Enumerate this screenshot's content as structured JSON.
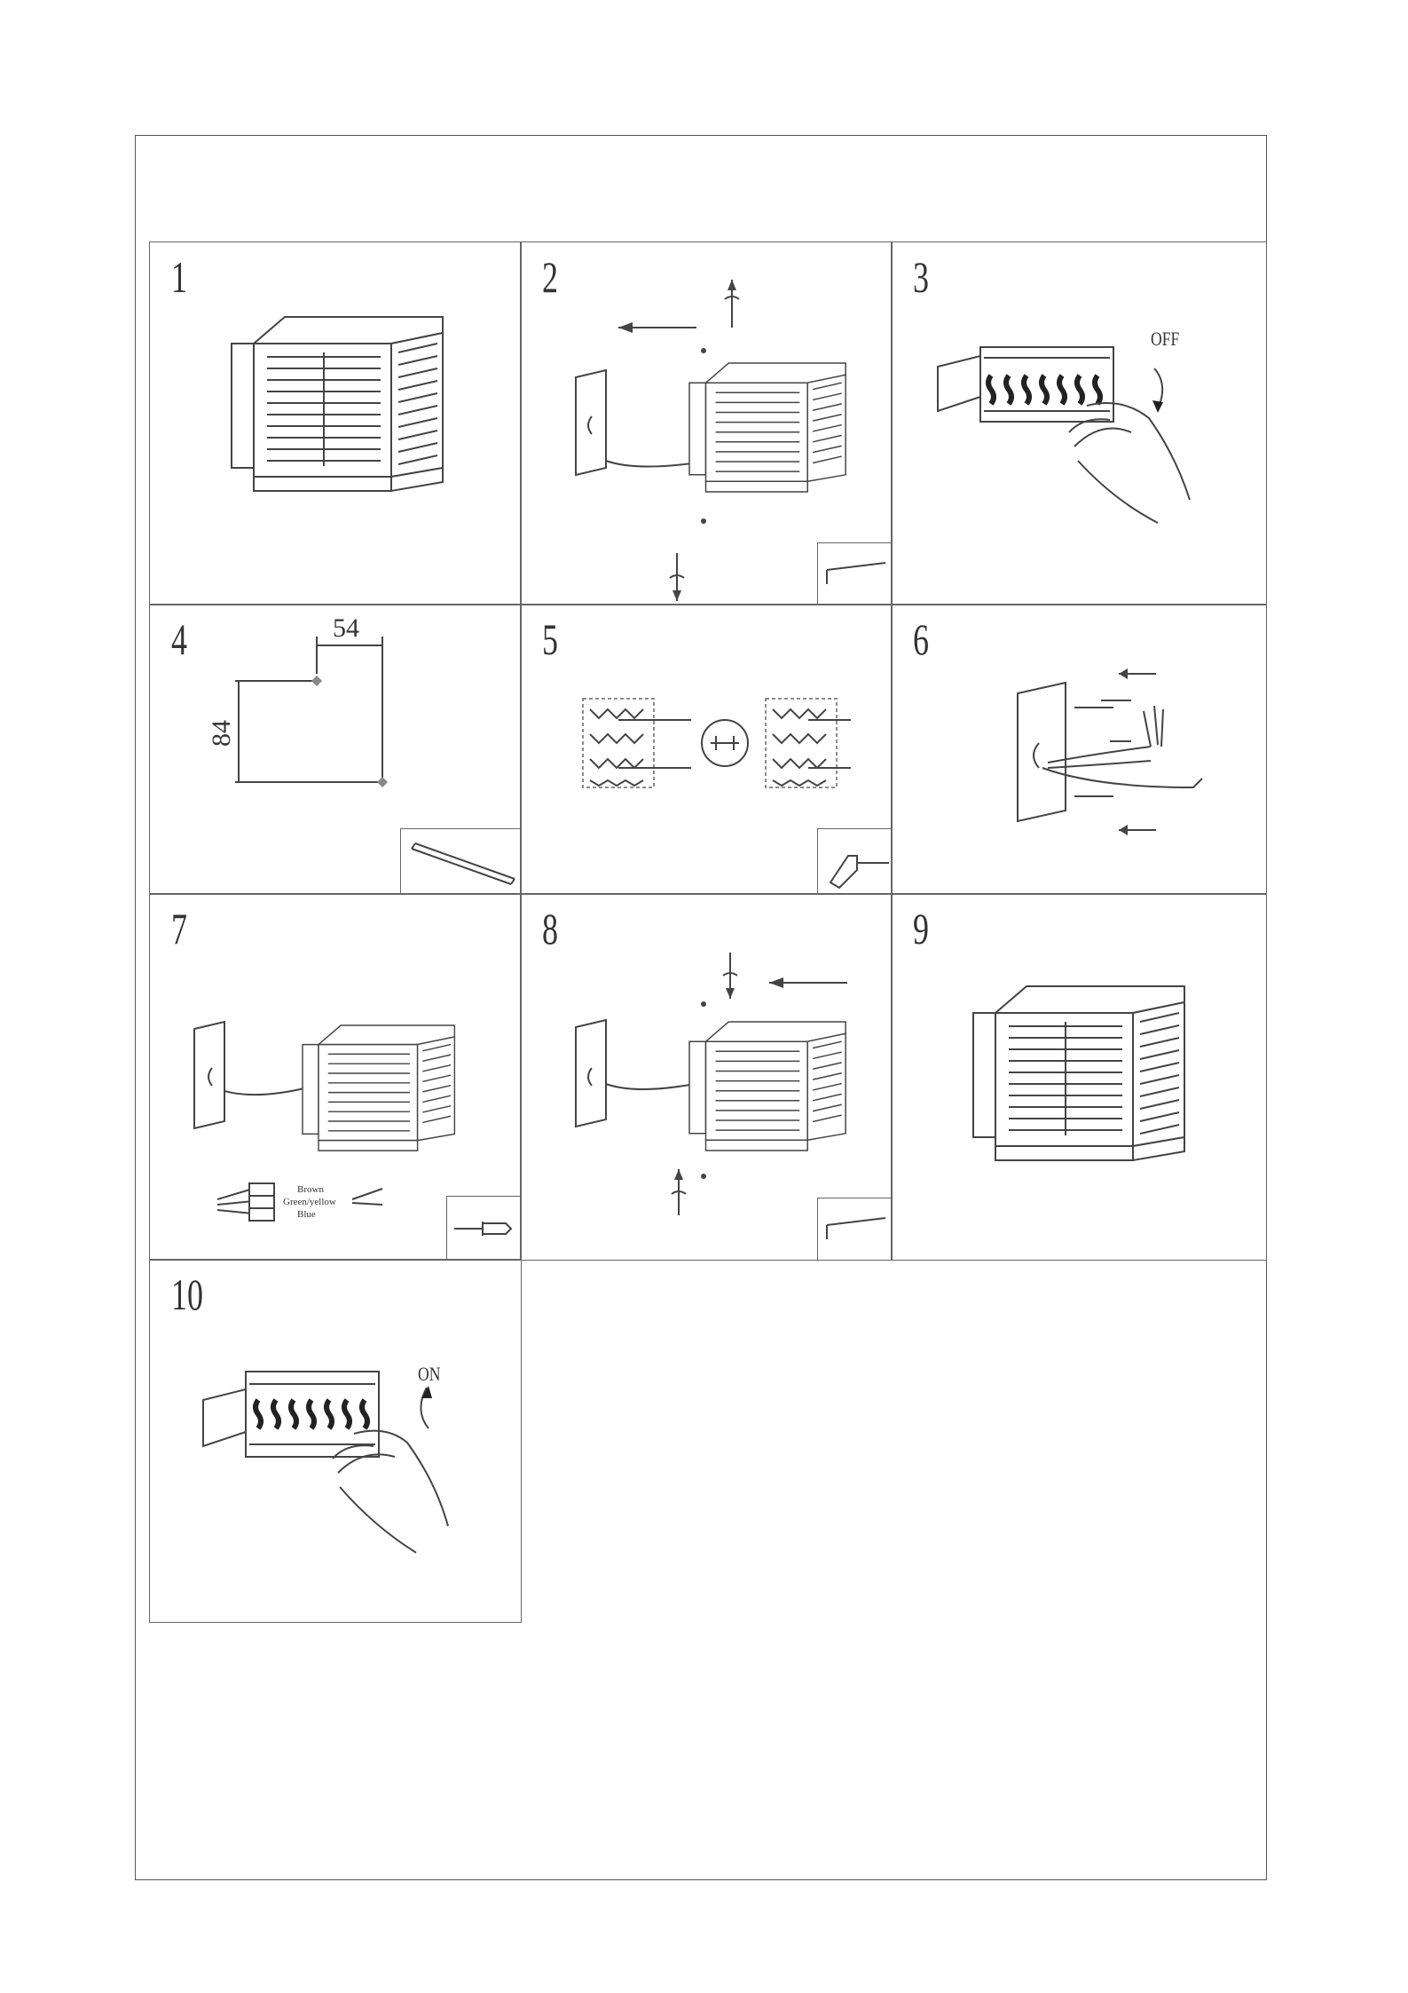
{
  "steps": [
    {
      "number": "1"
    },
    {
      "number": "2"
    },
    {
      "number": "3",
      "label": "OFF"
    },
    {
      "number": "4",
      "dim_horizontal": "54",
      "dim_vertical": "84"
    },
    {
      "number": "5"
    },
    {
      "number": "6"
    },
    {
      "number": "7",
      "wires": [
        "Brown",
        "Green/yellow",
        "Blue"
      ]
    },
    {
      "number": "8"
    },
    {
      "number": "9"
    },
    {
      "number": "10",
      "label": "ON"
    }
  ],
  "icons": {
    "hex_key": "allen-key-icon",
    "drill": "drill-icon",
    "pencil": "pencil-icon",
    "screwdriver": "screwdriver-icon"
  }
}
